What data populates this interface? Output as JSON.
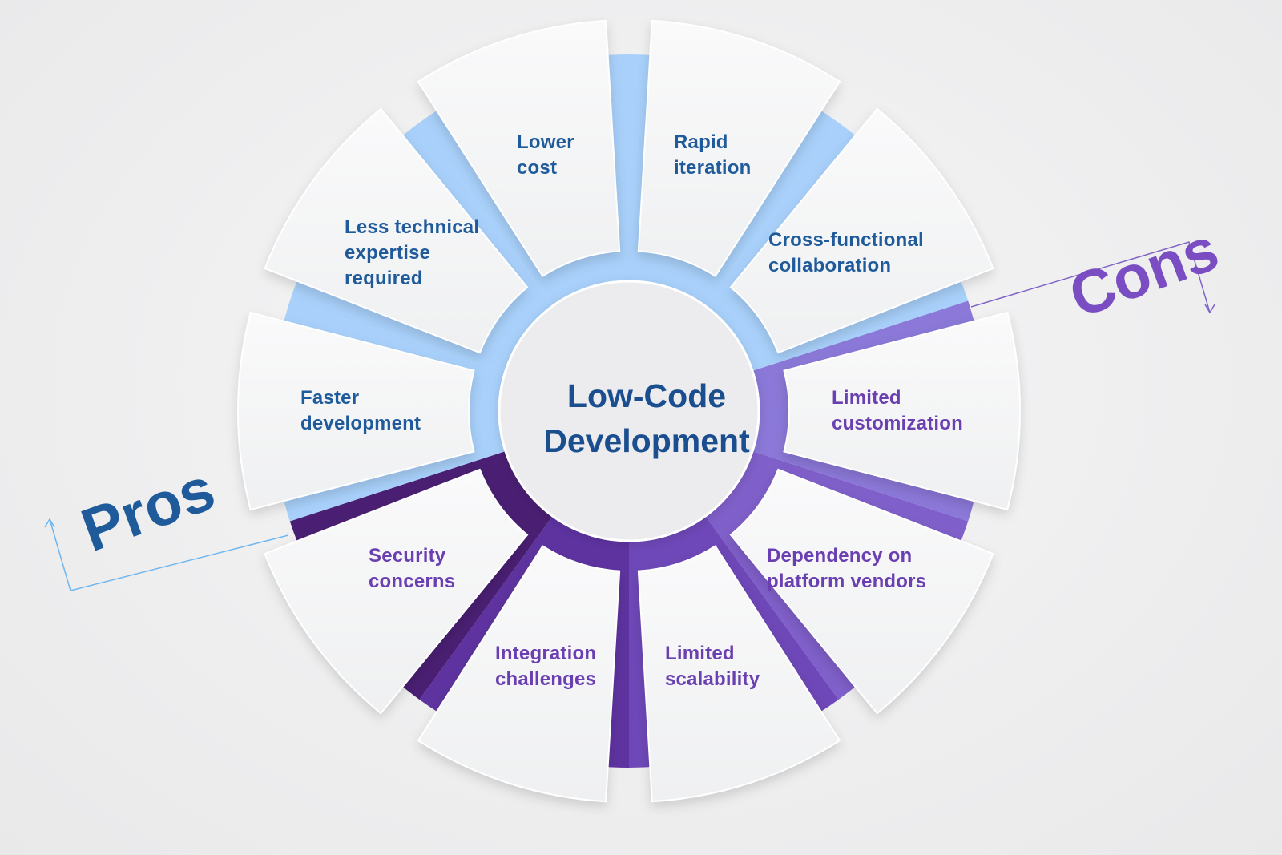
{
  "center": {
    "lines": [
      "Low-Code",
      "Development"
    ]
  },
  "pros_label": "Pros",
  "cons_label": "Cons",
  "segments": [
    {
      "id": "lower-cost",
      "kind": "pro",
      "lines": [
        "Lower",
        "cost"
      ]
    },
    {
      "id": "rapid-iteration",
      "kind": "pro",
      "lines": [
        "Rapid",
        "iteration"
      ]
    },
    {
      "id": "cross-functional-collaboration",
      "kind": "pro",
      "lines": [
        "Cross-functional",
        "collaboration"
      ]
    },
    {
      "id": "limited-customization",
      "kind": "con",
      "lines": [
        "Limited",
        "customization"
      ]
    },
    {
      "id": "dependency-on-platform-vendors",
      "kind": "con",
      "lines": [
        "Dependency on",
        "platform vendors"
      ]
    },
    {
      "id": "limited-scalability",
      "kind": "con",
      "lines": [
        "Limited",
        "scalability"
      ]
    },
    {
      "id": "integration-challenges",
      "kind": "con",
      "lines": [
        "Integration",
        "challenges"
      ]
    },
    {
      "id": "security-concerns",
      "kind": "con",
      "lines": [
        "Security",
        "concerns"
      ]
    },
    {
      "id": "faster-development",
      "kind": "pro",
      "lines": [
        "Faster",
        "development"
      ]
    },
    {
      "id": "less-technical-expertise-required",
      "kind": "pro",
      "lines": [
        "Less technical",
        "expertise",
        "required"
      ]
    }
  ],
  "colors": {
    "pro_text": "#1f5a9b",
    "con_text": "#6a3fb1",
    "pro_band": "#a8d0fa",
    "con_band_light": "#8b78d8",
    "con_band_dark": "#4a1f73",
    "card": "#f5f5f6",
    "center_fill": "#ececee",
    "center_text": "#1a4e8f"
  }
}
